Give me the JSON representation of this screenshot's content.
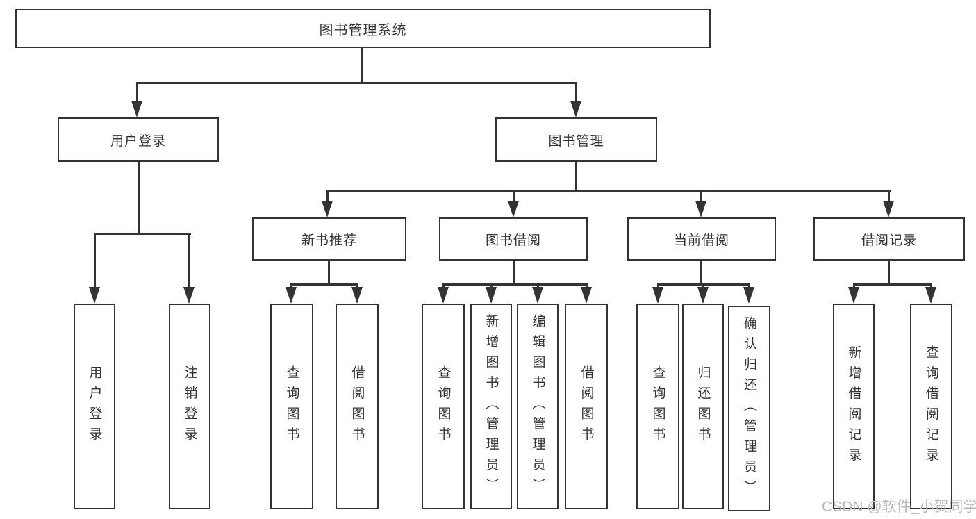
{
  "colors": {
    "line": "#333333",
    "box_border": "#333333",
    "text": "#333333",
    "watermark": "#b9b9b9",
    "background": "#ffffff"
  },
  "watermark": "CSDN @软件_小贺同学",
  "nodes": {
    "root": "图书管理系统",
    "user_login": "用户登录",
    "book_mgmt": "图书管理",
    "new_books": "新书推荐",
    "book_borrow": "图书借阅",
    "current_borrow": "当前借阅",
    "borrow_records": "借阅记录",
    "leaf_user_login": "用户登录",
    "leaf_logout": "注销登录",
    "leaf_nb_query": "查询图书",
    "leaf_nb_borrow": "借阅图书",
    "leaf_bb_query": "查询图书",
    "leaf_bb_add": "新增图书（管理员）",
    "leaf_bb_edit": "编辑图书（管理员）",
    "leaf_bb_borrow": "借阅图书",
    "leaf_cb_query": "查询图书",
    "leaf_cb_return": "归还图书",
    "leaf_cb_confirm": "确认归还（管理员）",
    "leaf_br_add": "新增借阅记录",
    "leaf_br_query": "查询借阅记录"
  },
  "hierarchy": {
    "图书管理系统": {
      "用户登录": [
        "用户登录",
        "注销登录"
      ],
      "图书管理": {
        "新书推荐": [
          "查询图书",
          "借阅图书"
        ],
        "图书借阅": [
          "查询图书",
          "新增图书（管理员）",
          "编辑图书（管理员）",
          "借阅图书"
        ],
        "当前借阅": [
          "查询图书",
          "归还图书",
          "确认归还（管理员）"
        ],
        "借阅记录": [
          "新增借阅记录",
          "查询借阅记录"
        ]
      }
    }
  }
}
